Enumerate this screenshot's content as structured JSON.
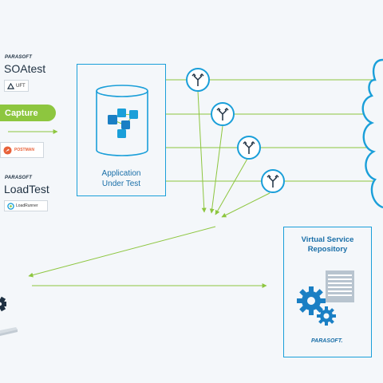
{
  "left_tools": {
    "soatest": {
      "brand": "PARASOFT",
      "title": "SOAtest",
      "logo_label": "UFT"
    },
    "capture_button": "Capture",
    "postman_label": "POSTMAN",
    "loadtest": {
      "brand": "PARASOFT",
      "title": "LoadTest",
      "logo_label": "LoadRunner"
    }
  },
  "aut": {
    "label_line1": "Application",
    "label_line2": "Under Test"
  },
  "repository": {
    "label_line1": "Virtual Service",
    "label_line2": "Repository",
    "brand": "PARASOFT."
  },
  "colors": {
    "blue": "#1a9fd9",
    "green": "#8dc63f",
    "gear": "#1a7fc4",
    "dark": "#1f3142"
  },
  "icons": [
    "fork-arrow-icon",
    "database-cylinder-icon",
    "cube-network-icon",
    "gear-icon",
    "document-icon",
    "cloud-icon"
  ]
}
